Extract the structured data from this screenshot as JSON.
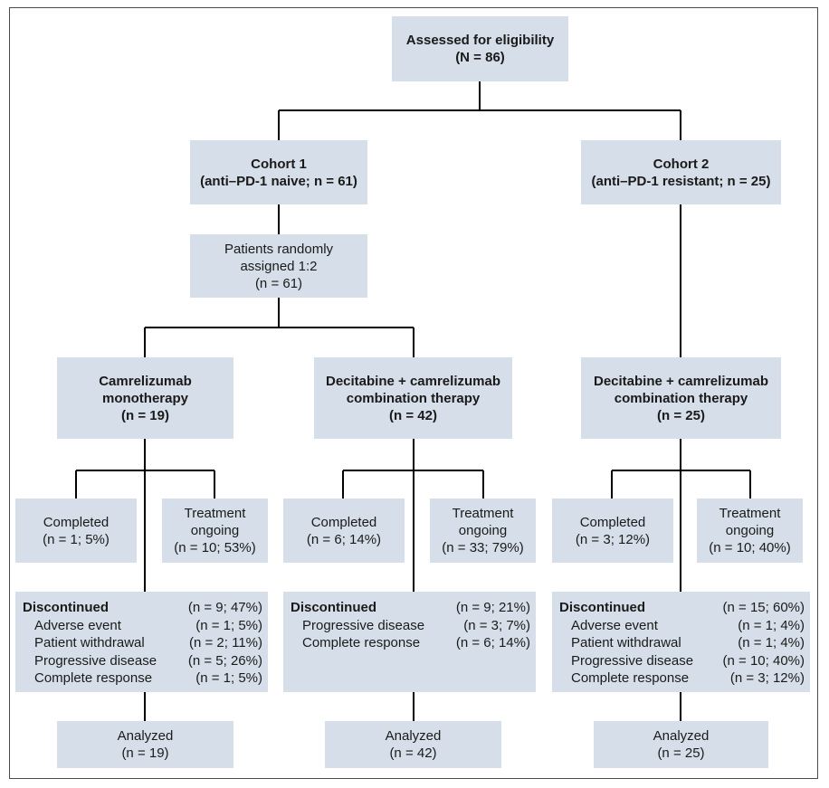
{
  "assessed": {
    "title": "Assessed for eligibility",
    "n": "(N = 86)"
  },
  "cohort1": {
    "title": "Cohort 1",
    "sub": "(anti–PD-1 naive; n = 61)"
  },
  "cohort2": {
    "title": "Cohort 2",
    "sub": "(anti–PD-1 resistant; n = 25)"
  },
  "randomized": {
    "line1": "Patients randomly",
    "line2": "assigned 1:2",
    "n": "(n = 61)"
  },
  "arms": [
    {
      "title1": "Camrelizumab",
      "title2": "monotherapy",
      "n": "(n = 19)",
      "completed": {
        "label": "Completed",
        "n": "(n = 1; 5%)"
      },
      "ongoing": {
        "line1": "Treatment",
        "line2": "ongoing",
        "n": "(n = 10; 53%)"
      },
      "discontinued": {
        "label": "Discontinued",
        "n": "(n = 9; 47%)",
        "reasons": [
          {
            "label": "Adverse event",
            "n": "(n = 1; 5%)"
          },
          {
            "label": "Patient withdrawal",
            "n": "(n = 2; 11%)"
          },
          {
            "label": "Progressive disease",
            "n": "(n = 5; 26%)"
          },
          {
            "label": "Complete response",
            "n": "(n = 1; 5%)"
          }
        ]
      },
      "analyzed": {
        "label": "Analyzed",
        "n": "(n = 19)"
      }
    },
    {
      "title1": "Decitabine + camrelizumab",
      "title2": "combination therapy",
      "n": "(n = 42)",
      "completed": {
        "label": "Completed",
        "n": "(n = 6; 14%)"
      },
      "ongoing": {
        "line1": "Treatment",
        "line2": "ongoing",
        "n": "(n = 33; 79%)"
      },
      "discontinued": {
        "label": "Discontinued",
        "n": "(n = 9; 21%)",
        "reasons": [
          {
            "label": "Progressive disease",
            "n": "(n = 3; 7%)"
          },
          {
            "label": "Complete response",
            "n": "(n = 6; 14%)"
          }
        ]
      },
      "analyzed": {
        "label": "Analyzed",
        "n": "(n = 42)"
      }
    },
    {
      "title1": "Decitabine + camrelizumab",
      "title2": "combination therapy",
      "n": "(n = 25)",
      "completed": {
        "label": "Completed",
        "n": "(n = 3; 12%)"
      },
      "ongoing": {
        "line1": "Treatment",
        "line2": "ongoing",
        "n": "(n = 10; 40%)"
      },
      "discontinued": {
        "label": "Discontinued",
        "n": "(n = 15; 60%)",
        "reasons": [
          {
            "label": "Adverse event",
            "n": "(n = 1; 4%)"
          },
          {
            "label": "Patient withdrawal",
            "n": "(n = 1; 4%)"
          },
          {
            "label": "Progressive disease",
            "n": "(n = 10; 40%)"
          },
          {
            "label": "Complete response",
            "n": "(n = 3; 12%)"
          }
        ]
      },
      "analyzed": {
        "label": "Analyzed",
        "n": "(n = 25)"
      }
    }
  ]
}
